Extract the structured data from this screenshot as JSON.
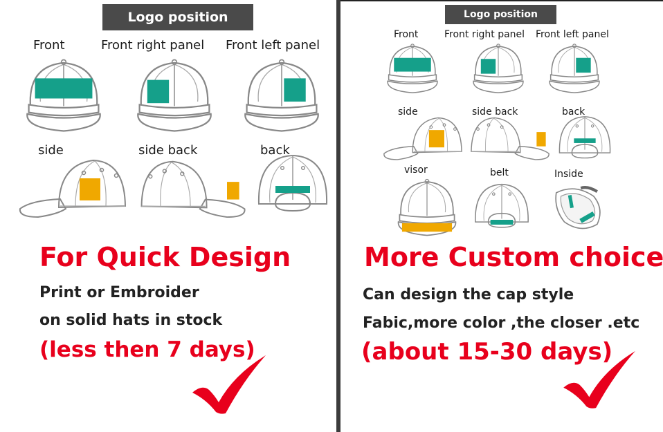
{
  "left": {
    "banner": "Logo position",
    "labels": [
      "Front",
      "Front right panel",
      "Front left panel",
      "side",
      "side back",
      "back"
    ],
    "headline": "For Quick Design",
    "line1": "Print or Embroider",
    "line2": "on solid hats in stock",
    "timeframe": "(less then 7 days)"
  },
  "right": {
    "banner": "Logo position",
    "labels": [
      "Front",
      "Front right panel",
      "Front left panel",
      "side",
      "side back",
      "back",
      "visor",
      "belt",
      "Inside"
    ],
    "headline": "More Custom choice",
    "line1": "Can design the cap style",
    "line2": "Fabic,more color ,the closer .etc",
    "timeframe": "(about 15-30 days)"
  },
  "colors": {
    "teal": "#15a08a",
    "orange": "#f0a800",
    "red": "#e8001c",
    "banner": "#4a4a4a",
    "divider": "#3c3c3c"
  },
  "icons": [
    "cap-front-icon",
    "cap-side-icon",
    "cap-back-icon",
    "checkmark-icon"
  ]
}
